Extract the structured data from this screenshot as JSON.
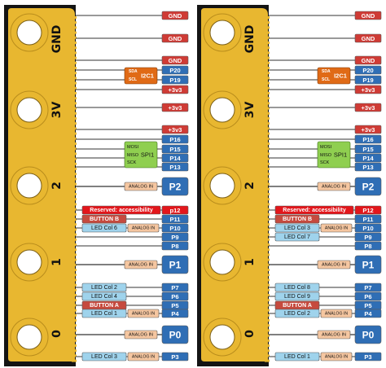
{
  "colors": {
    "gold": "#e8b730",
    "board": "#141414",
    "gnd": "#cf3b35",
    "power": "#cf3b35",
    "io": "#2f6eb5",
    "big_pin": "#2f6eb5",
    "analog": "#f5c6a0",
    "led": "#9fd3ec",
    "button": "#c64a3e",
    "reserved": "#e3161b",
    "i2c": "#e06a16",
    "spi": "#8fcf50"
  },
  "left": {
    "edge_labels": [
      "GND",
      "3V",
      "2",
      "1",
      "0"
    ],
    "pins": {
      "gnd1": "GND",
      "gnd2": "GND",
      "gnd3": "GND",
      "p20": "P20",
      "p19": "P19",
      "v33a": "+3v3",
      "v33b": "+3v3",
      "v33c": "+3v3",
      "p16": "P16",
      "p15": "P15",
      "p14": "P14",
      "p13": "P13",
      "p2": "P2",
      "p12": "p12",
      "p11": "P11",
      "p10": "P10",
      "p9": "P9",
      "p8": "P8",
      "p1": "P1",
      "p7": "P7",
      "p6": "P6",
      "p5": "P5",
      "p4": "P4",
      "p0": "P0",
      "p3": "P3"
    },
    "i2c": {
      "title": "I2C1",
      "sda": "SDA",
      "scl": "SCL"
    },
    "spi": {
      "title": "SPI1",
      "mosi": "MOSI",
      "miso": "MISO",
      "sck": "SCK"
    },
    "functions": {
      "analog_p2": "ANALOG IN",
      "reserved": "Reserved: accessibility",
      "button_b": "BUTTON B",
      "led_p10": "LED Col 6",
      "analog_p10": "ANALOG IN",
      "analog_p1": "ANALOG IN",
      "led_p7": "LED Col 2",
      "led_p6": "LED Col 4",
      "button_a": "BUTTON A",
      "led_p4": "LED Col 1",
      "analog_p4": "ANALOG IN",
      "analog_p0": "ANALOG IN",
      "led_p3": "LED Col 3",
      "analog_p3": "ANALOG IN"
    }
  },
  "right": {
    "edge_labels": [
      "GND",
      "3V",
      "2",
      "1",
      "0"
    ],
    "pins": {
      "gnd1": "GND",
      "gnd2": "GND",
      "gnd3": "GND",
      "p20": "P20",
      "p19": "P19",
      "v33a": "+3v3",
      "v33b": "+3v3",
      "v33c": "+3v3",
      "p16": "P16",
      "p15": "P15",
      "p14": "P14",
      "p13": "P13",
      "p2": "P2",
      "p12": "P12",
      "p11": "P11",
      "p10": "P10",
      "p9": "P9",
      "p8": "P8",
      "p1": "P1",
      "p7": "P7",
      "p6": "P6",
      "p5": "P5",
      "p4": "P4",
      "p0": "P0",
      "p3": "P3"
    },
    "i2c": {
      "title": "I2C1",
      "sda": "SDA",
      "scl": "SCL"
    },
    "spi": {
      "title": "SPI1",
      "mosi": "MOSI",
      "miso": "MISO",
      "sck": "SCK"
    },
    "functions": {
      "analog_p2": "ANALOG IN",
      "reserved": "Reserved: accessibility",
      "button_b": "BUTTON B",
      "led_p10": "LED Col 3",
      "analog_p10": "ANALOG IN",
      "led_p9": "LED Col 7",
      "analog_p1": "ANALOG IN",
      "led_p7": "LED Col 8",
      "led_p6": "LED Col 9",
      "button_a": "BUTTON A",
      "led_p4": "LED Col 2",
      "analog_p4": "ANALOG IN",
      "analog_p0": "ANALOG IN",
      "led_p3": "LED Col 1",
      "analog_p3": "ANALOG IN"
    }
  }
}
